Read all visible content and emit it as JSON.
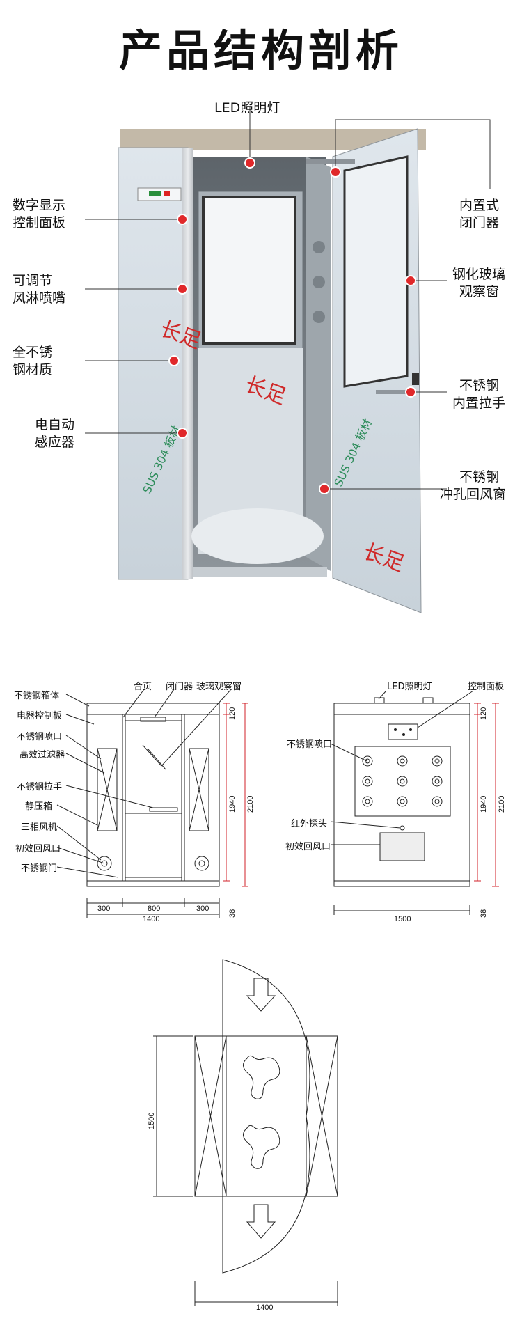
{
  "title": "产品结构剖析",
  "photo_callouts": {
    "led_light": "LED照明灯",
    "digital_panel_1": "数字显示",
    "digital_panel_2": "控制面板",
    "nozzle_1": "可调节",
    "nozzle_2": "风淋喷嘴",
    "stainless_1": "全不锈",
    "stainless_2": "钢材质",
    "sensor_1": "电自动",
    "sensor_2": "感应器",
    "door_closer_1": "内置式",
    "door_closer_2": "闭门器",
    "glass_1": "钢化玻璃",
    "glass_2": "观察窗",
    "handle_1": "不锈钢",
    "handle_2": "内置拉手",
    "return_1": "不锈钢",
    "return_2": "冲孔回风窗"
  },
  "front_view": {
    "labels": [
      "不锈钢箱体",
      "电器控制板",
      "不锈钢喷口",
      "高效过滤器",
      "不锈钢拉手",
      "静压箱",
      "三相风机",
      "初效回风口",
      "不锈钢门"
    ],
    "top_labels": [
      "合页",
      "闭门器",
      "玻璃观察窗"
    ],
    "dims_bottom": [
      "300",
      "800",
      "300"
    ],
    "total_width": "1400",
    "dims_right": [
      "120",
      "1940",
      "2100",
      "38"
    ]
  },
  "side_view": {
    "top_labels": [
      "LED照明灯",
      "控制面板"
    ],
    "labels": [
      "不锈钢喷口",
      "红外探头",
      "初效回风口"
    ],
    "total_width": "1500",
    "dims_right": [
      "120",
      "1940",
      "2100",
      "38"
    ]
  },
  "plan_view": {
    "depth": "1500",
    "width": "1400"
  },
  "colors": {
    "callout_dot": "#e0282a",
    "dim_red": "#d0202a",
    "frame": "#b8bcc0"
  }
}
